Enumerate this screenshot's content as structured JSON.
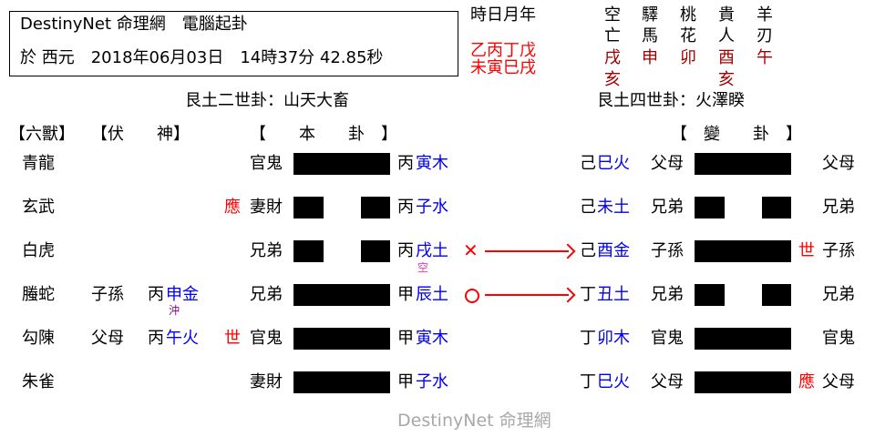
{
  "header": {
    "title_line": "DestinyNet 命理網　電腦起卦",
    "date_line": "於 西元　2018年06月03日　14時37分 42.85秒"
  },
  "pillars": {
    "label": "時日月年",
    "stems": "乙丙丁戊",
    "branches": "未寅巳戌"
  },
  "shensha": {
    "columns": [
      {
        "name_top": "空",
        "name_bottom": "亡",
        "values": [
          "戌",
          "亥"
        ]
      },
      {
        "name_top": "驛",
        "name_bottom": "馬",
        "values": [
          "申"
        ]
      },
      {
        "name_top": "桃",
        "name_bottom": "花",
        "values": [
          "卯"
        ]
      },
      {
        "name_top": "貴",
        "name_bottom": "人",
        "values": [
          "酉",
          "亥"
        ]
      },
      {
        "name_top": "羊",
        "name_bottom": "刃",
        "values": [
          "午"
        ]
      }
    ]
  },
  "original_hexagram": {
    "title": "艮土二世卦：山天大畜",
    "header": "【　　本　　卦　】"
  },
  "changed_hexagram": {
    "title": "艮土四世卦：火澤睽",
    "header": "【　變　　卦　】"
  },
  "column_headers": {
    "beasts": "【六獸】",
    "hidden_spirit": "【伏　　神】"
  },
  "lines": [
    {
      "beast": "青龍",
      "hidden_relation": "",
      "hidden_stem": "",
      "hidden_branch": "",
      "hidden_note": "",
      "marker": "",
      "relation": "官鬼",
      "type": "yang",
      "stem": "丙",
      "branch": "寅木",
      "note": "",
      "move": "",
      "c_stem": "己",
      "c_branch": "巳火",
      "c_relation": "父母",
      "c_type": "yang",
      "c_marker": "",
      "c_right": "父母"
    },
    {
      "beast": "玄武",
      "hidden_relation": "",
      "hidden_stem": "",
      "hidden_branch": "",
      "hidden_note": "",
      "marker": "應",
      "relation": "妻財",
      "type": "yin",
      "stem": "丙",
      "branch": "子水",
      "note": "",
      "move": "",
      "c_stem": "己",
      "c_branch": "未土",
      "c_relation": "兄弟",
      "c_type": "yin",
      "c_marker": "",
      "c_right": "兄弟"
    },
    {
      "beast": "白虎",
      "hidden_relation": "",
      "hidden_stem": "",
      "hidden_branch": "",
      "hidden_note": "",
      "marker": "",
      "relation": "兄弟",
      "type": "yin",
      "stem": "丙",
      "branch": "戌土",
      "note": "空",
      "move": "x",
      "c_stem": "己",
      "c_branch": "酉金",
      "c_relation": "子孫",
      "c_type": "yang",
      "c_marker": "世",
      "c_right": "子孫"
    },
    {
      "beast": "螣蛇",
      "hidden_relation": "子孫",
      "hidden_stem": "丙",
      "hidden_branch": "申金",
      "hidden_note": "沖",
      "marker": "",
      "relation": "兄弟",
      "type": "yang",
      "stem": "甲",
      "branch": "辰土",
      "note": "",
      "move": "o",
      "c_stem": "丁",
      "c_branch": "丑土",
      "c_relation": "兄弟",
      "c_type": "yin",
      "c_marker": "",
      "c_right": "兄弟"
    },
    {
      "beast": "勾陳",
      "hidden_relation": "父母",
      "hidden_stem": "丙",
      "hidden_branch": "午火",
      "hidden_note": "",
      "marker": "世",
      "relation": "官鬼",
      "type": "yang",
      "stem": "甲",
      "branch": "寅木",
      "note": "",
      "move": "",
      "c_stem": "丁",
      "c_branch": "卯木",
      "c_relation": "官鬼",
      "c_type": "yang",
      "c_marker": "",
      "c_right": "官鬼"
    },
    {
      "beast": "朱雀",
      "hidden_relation": "",
      "hidden_stem": "",
      "hidden_branch": "",
      "hidden_note": "",
      "marker": "",
      "relation": "妻財",
      "type": "yang",
      "stem": "甲",
      "branch": "子水",
      "note": "",
      "move": "",
      "c_stem": "丁",
      "c_branch": "巳火",
      "c_relation": "父母",
      "c_type": "yang",
      "c_marker": "應",
      "c_right": "父母"
    }
  ],
  "footer": {
    "watermark": "DestinyNet 命理網"
  },
  "colors": {
    "marker_red": "#ff0000",
    "shensha_dark_red": "#a00000",
    "branch_blue": "#0000ee",
    "void_pink": "#ff3399",
    "clash_purple": "#880088",
    "watermark_gray": "#a8a8a8"
  }
}
